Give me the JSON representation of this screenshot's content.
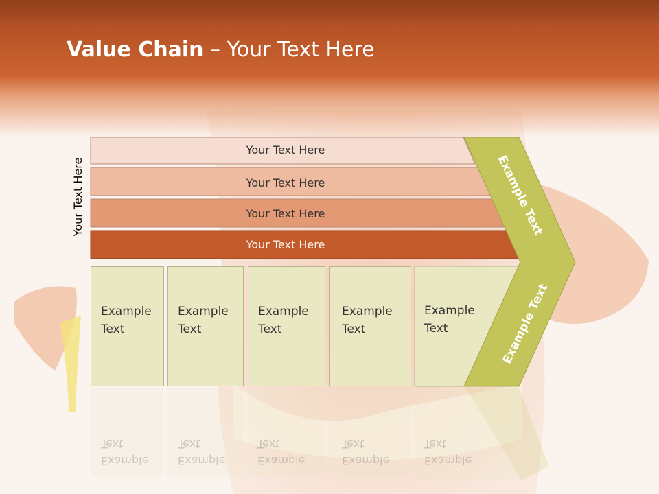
{
  "title": {
    "bold": "Value Chain",
    "rest": " – Your Text Here"
  },
  "side_label": "Your Text Here",
  "rows": [
    {
      "label": "Your Text Here",
      "color": "#f6ddd1"
    },
    {
      "label": "Your Text Here",
      "color": "#eebba0"
    },
    {
      "label": "Your Text Here",
      "color": "#e39a74"
    },
    {
      "label": "Your Text Here",
      "color": "#c35a2b"
    }
  ],
  "boxes": [
    {
      "line1": "Example",
      "line2": "Text"
    },
    {
      "line1": "Example",
      "line2": "Text"
    },
    {
      "line1": "Example",
      "line2": "Text"
    },
    {
      "line1": "Example",
      "line2": "Text"
    },
    {
      "line1": "Example",
      "line2": "Text"
    }
  ],
  "chevron": {
    "upper": "Example Text",
    "lower": "Example Text",
    "color": "#c3c45a"
  },
  "colors": {
    "header": "#c35a2b",
    "box_fill": "#e9e8c3",
    "background": "#fbf3ee"
  }
}
